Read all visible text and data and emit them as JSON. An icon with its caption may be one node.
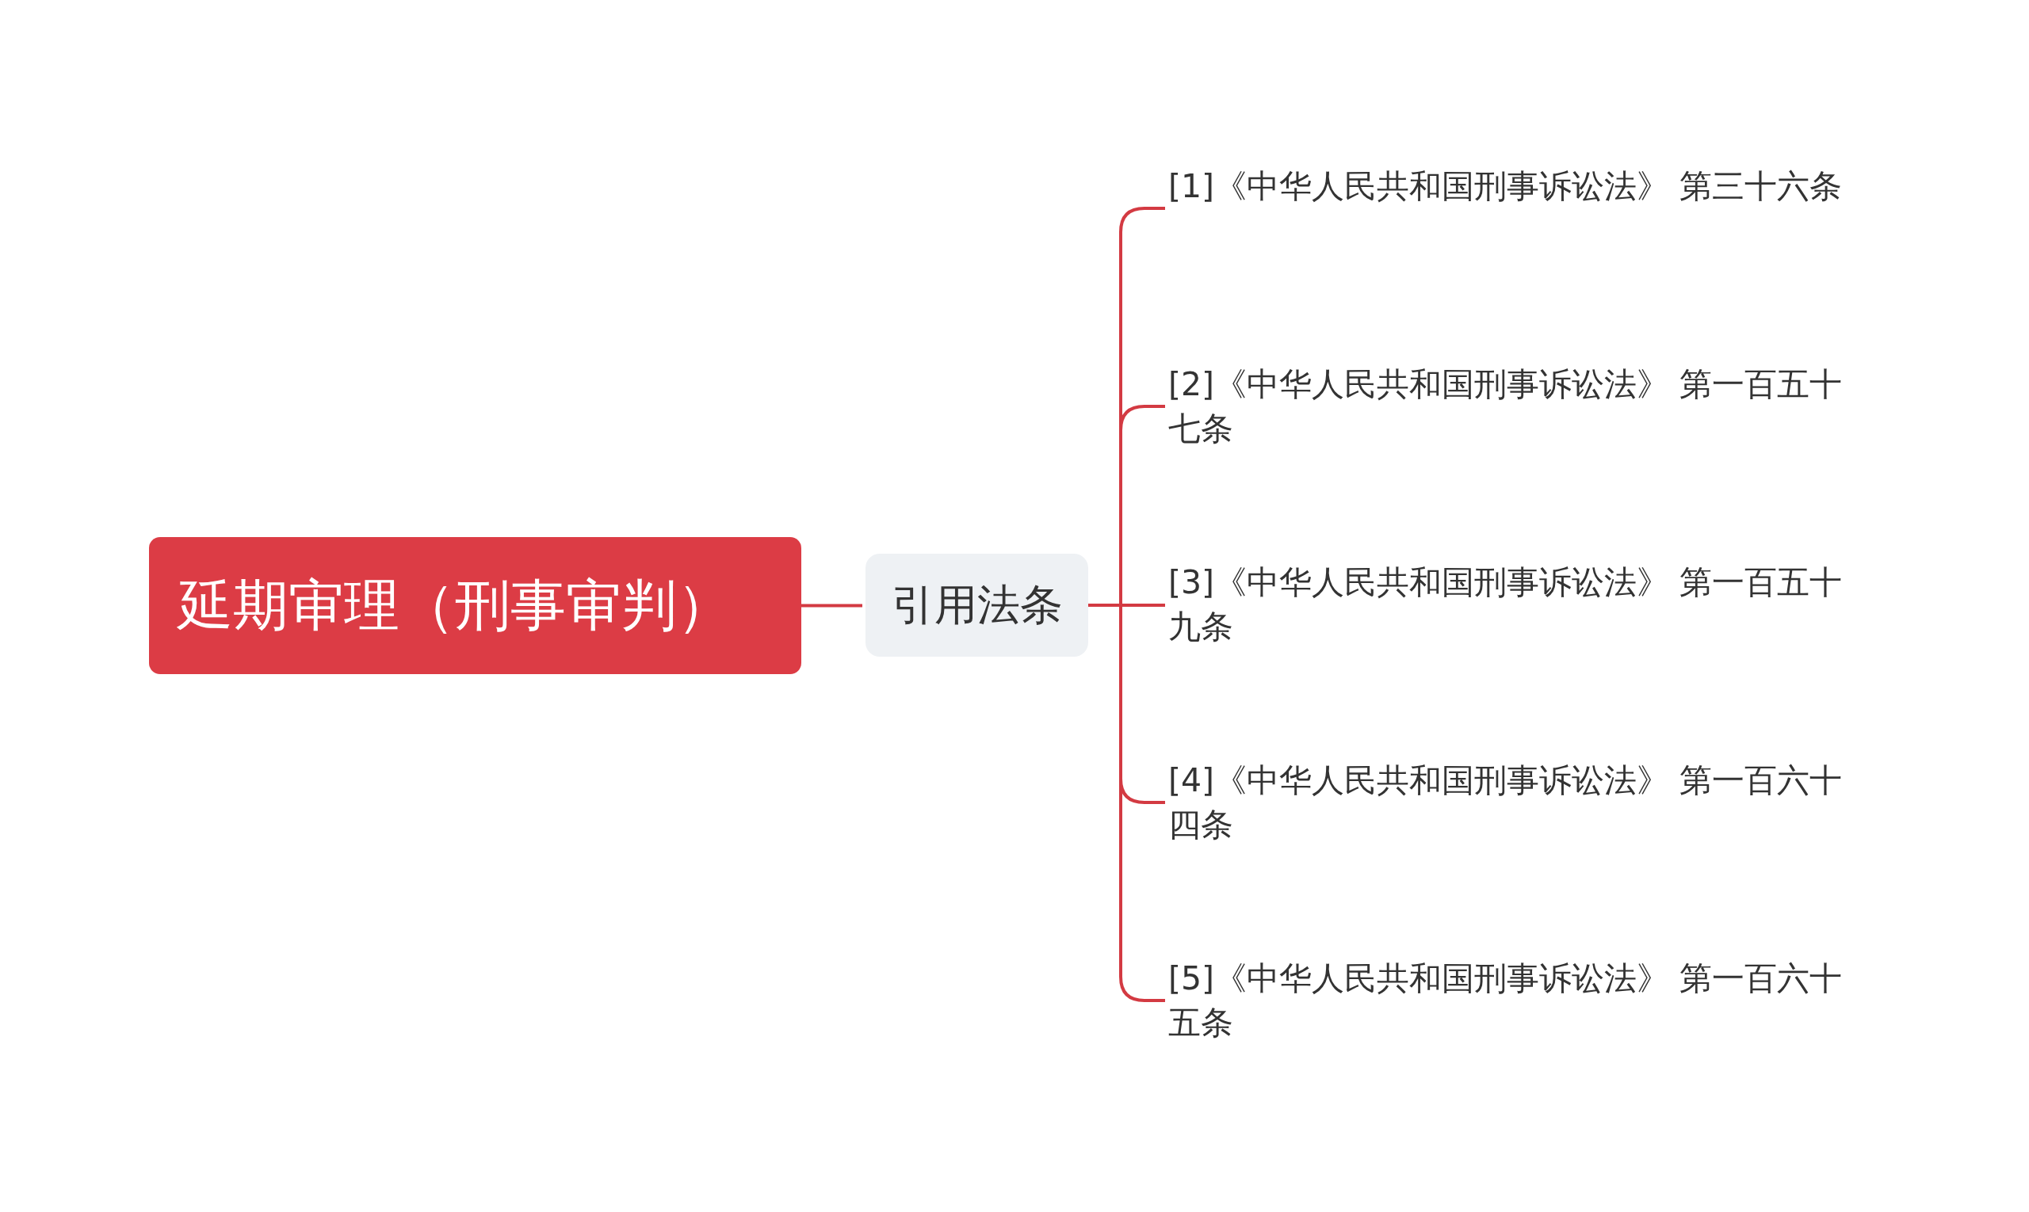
{
  "diagram": {
    "nodes": [
      {
        "text": [
          "延期审理（刑事审判）"
        ]
      },
      {
        "text": [
          "引用法条"
        ]
      },
      {
        "text": [
          "[1]《中华人民共和国刑事诉讼法》 第三十六条"
        ]
      },
      {
        "text": [
          "[2]《中华人民共和国刑事诉讼法》 第一百五十七条"
        ]
      },
      {
        "text": [
          "[3]《中华人民共和国刑事诉讼法》 第一百五十九条"
        ]
      },
      {
        "text": [
          "[4]《中华人民共和国刑事诉讼法》 第一百六十四条"
        ]
      },
      {
        "text": [
          "[5]《中华人民共和国刑事诉讼法》 第一百六十五条"
        ]
      }
    ],
    "edges": [
      {
        "from": 0,
        "to": 1,
        "arrow": "none"
      },
      {
        "from": 1,
        "to": 2,
        "arrow": "none"
      },
      {
        "from": 1,
        "to": 3,
        "arrow": "none"
      },
      {
        "from": 1,
        "to": 4,
        "arrow": "none"
      },
      {
        "from": 1,
        "to": 5,
        "arrow": "none"
      },
      {
        "from": 1,
        "to": 6,
        "arrow": "none"
      }
    ]
  }
}
